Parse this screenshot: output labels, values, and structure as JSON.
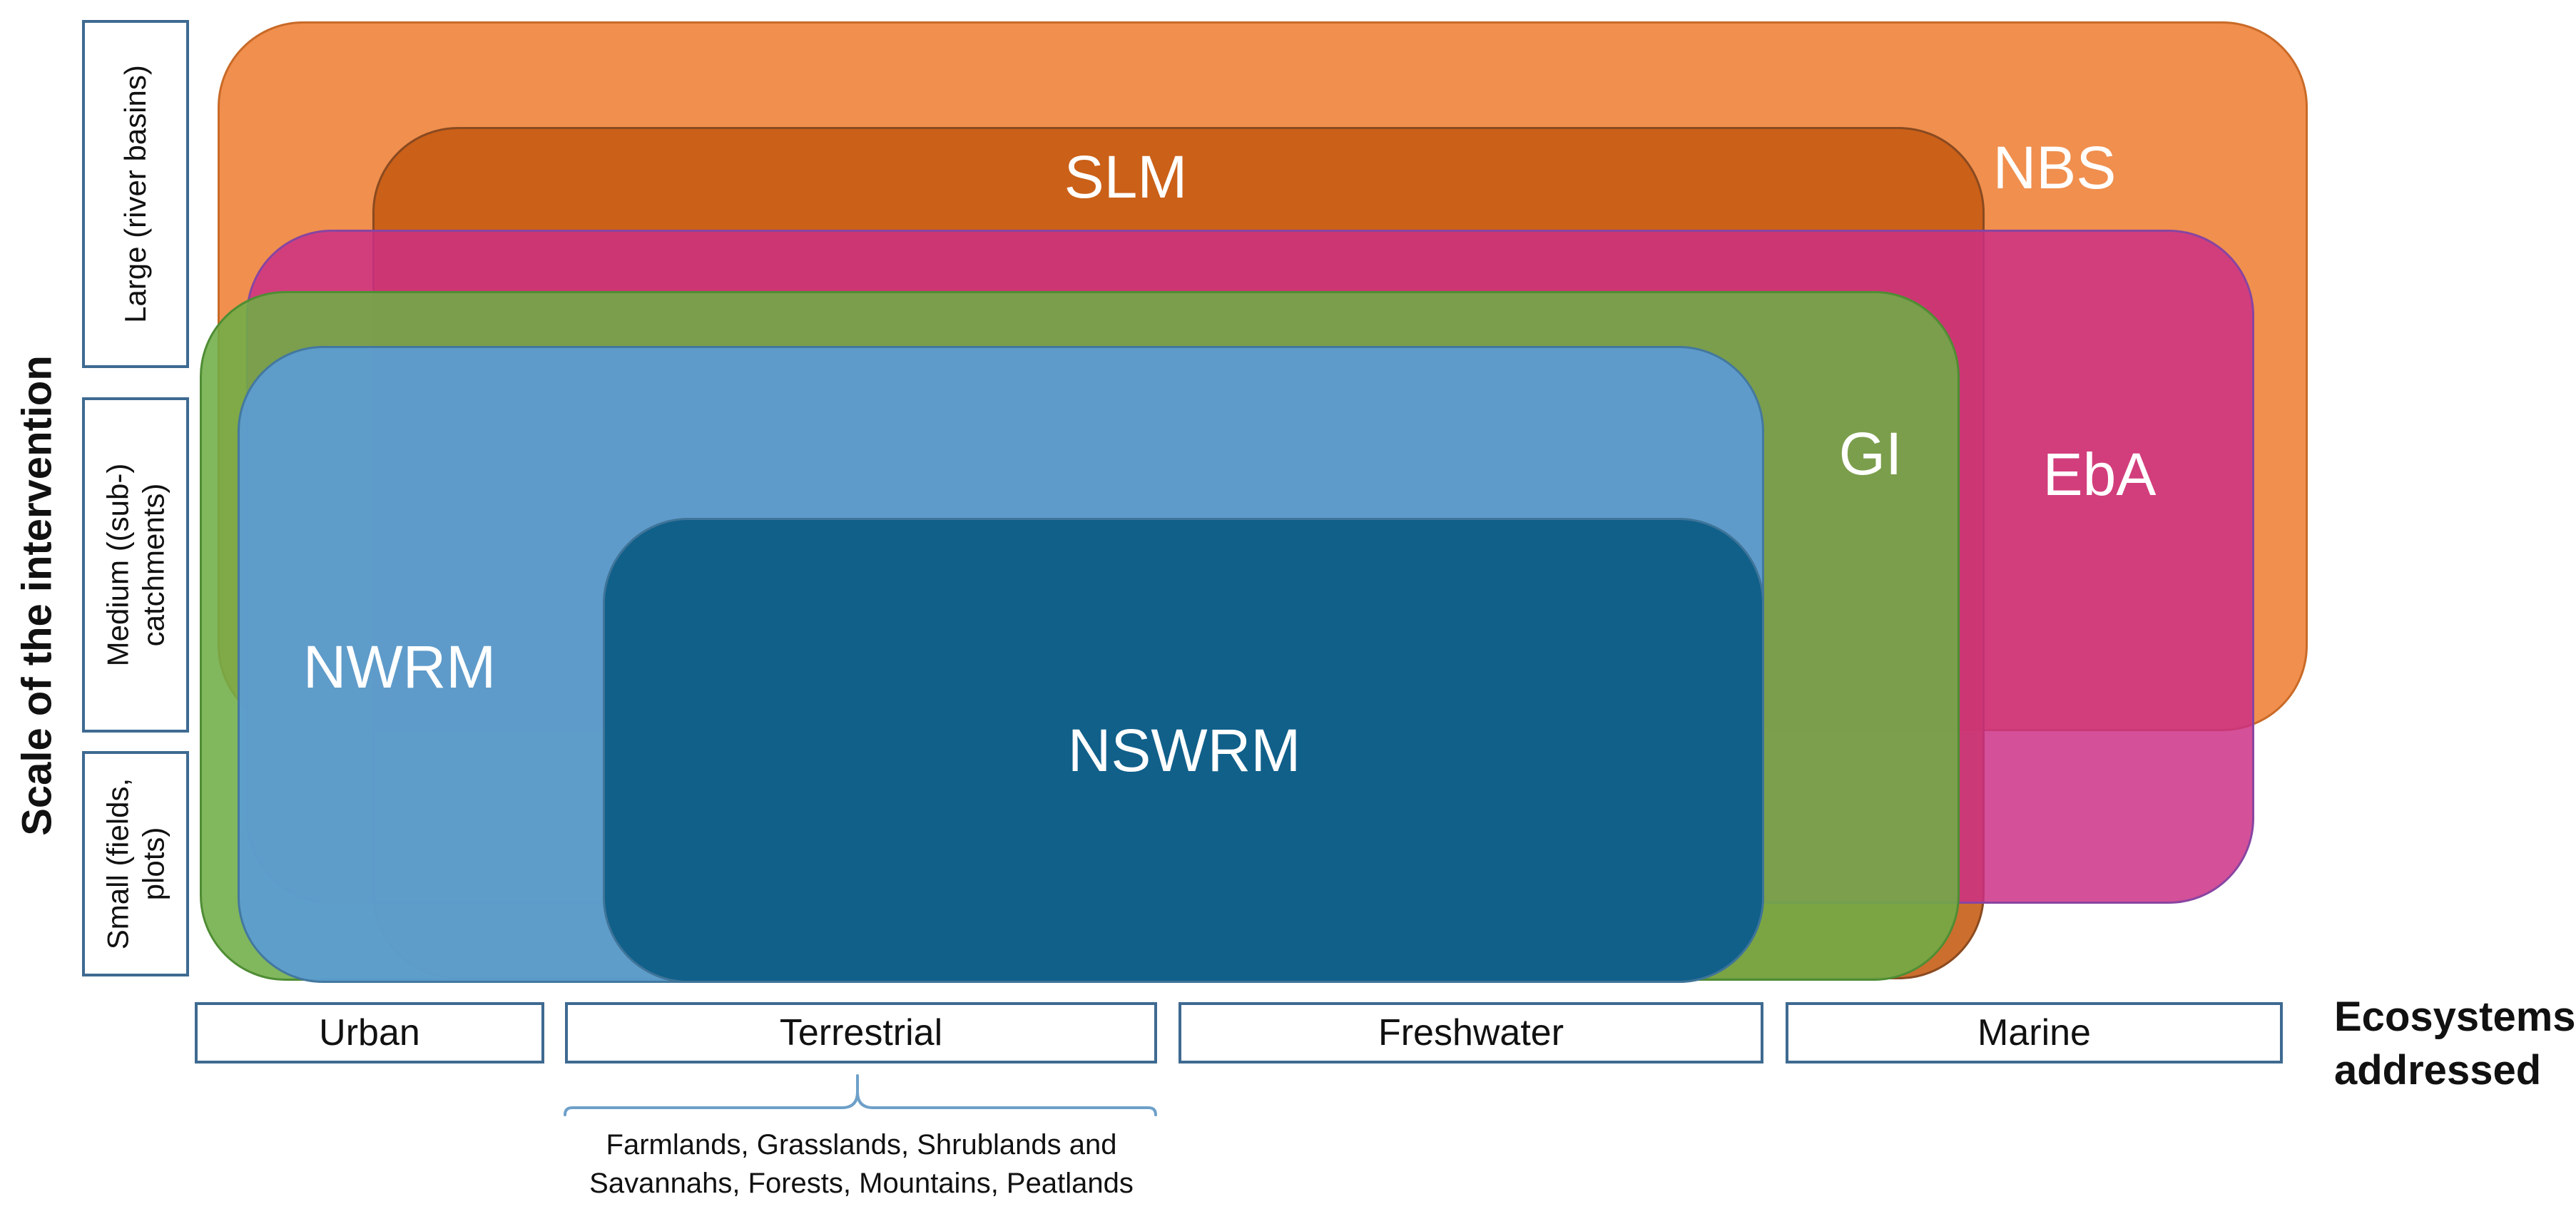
{
  "diagram": {
    "colors": {
      "nbs": "#ed7d31",
      "slm": "#c55a11",
      "eba": "#cc2f86",
      "gi": "#70ad47",
      "nwrm": "#5b9bd5",
      "nswrm": "#0b5b85",
      "frame": "#3e6a91"
    },
    "concepts": {
      "nbs": "NBS",
      "slm": "SLM",
      "eba": "EbA",
      "gi": "GI",
      "nwrm": "NWRM",
      "nswrm": "NSWRM"
    },
    "scale_axis": {
      "title": "Scale of the intervention",
      "levels": {
        "large": "Large (river basins)",
        "medium_line1": "Medium ((sub-)",
        "medium_line2": "catchments)",
        "small_line1": "Small (fields,",
        "small_line2": "plots)"
      }
    },
    "ecosystem_axis": {
      "title_line1": "Ecosystems",
      "title_line2": "addressed",
      "categories": {
        "urban": "Urban",
        "terrestrial": "Terrestrial",
        "freshwater": "Freshwater",
        "marine": "Marine"
      },
      "terrestrial_note_line1": "Farmlands, Grasslands, Shrublands and",
      "terrestrial_note_line2": "Savannahs, Forests, Mountains, Peatlands"
    }
  }
}
